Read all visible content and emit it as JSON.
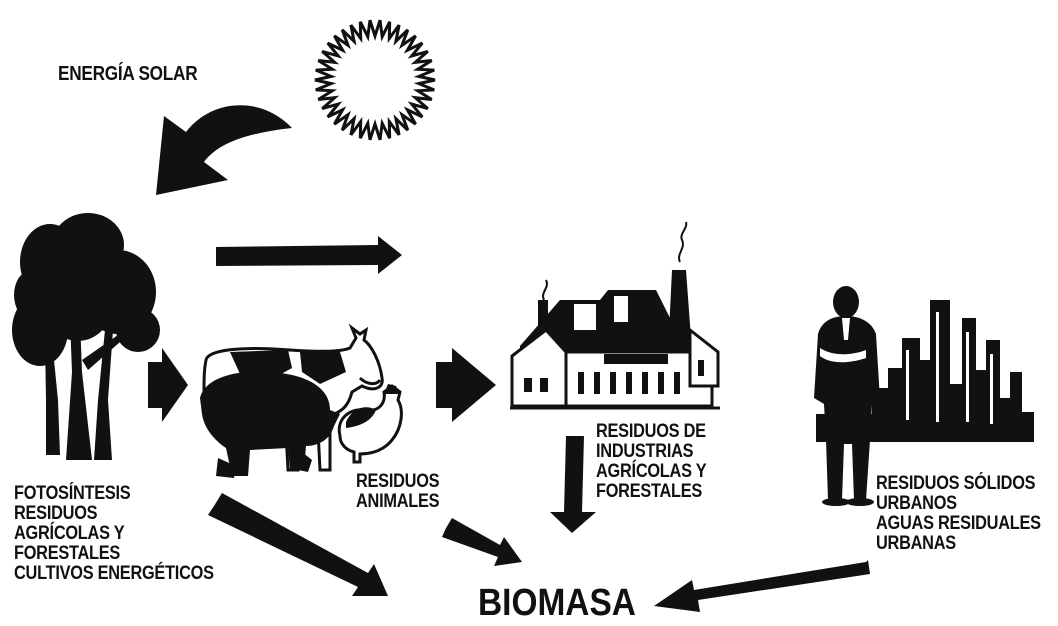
{
  "colors": {
    "ink": "#111111",
    "background": "#ffffff"
  },
  "labels": {
    "solar": "ENERGÍA SOLAR",
    "plants": [
      "FOTOSÍNTESIS",
      "RESIDUOS",
      "AGRÍCOLAS Y",
      "FORESTALES",
      "CULTIVOS ENERGÉTICOS"
    ],
    "animals": [
      "RESIDUOS",
      "ANIMALES"
    ],
    "industry": [
      "RESIDUOS DE",
      "INDUSTRIAS",
      "AGRÍCOLAS Y",
      "FORESTALES"
    ],
    "urban": [
      "RESIDUOS SÓLIDOS",
      "URBANOS",
      "AGUAS RESIDUALES",
      "URBANAS"
    ],
    "center": "BIOMASA"
  },
  "icons": [
    "sun-icon",
    "tree-icon",
    "cow-icon",
    "pig-icon",
    "rooster-icon",
    "factory-icon",
    "man-icon",
    "city-skyline-icon"
  ]
}
